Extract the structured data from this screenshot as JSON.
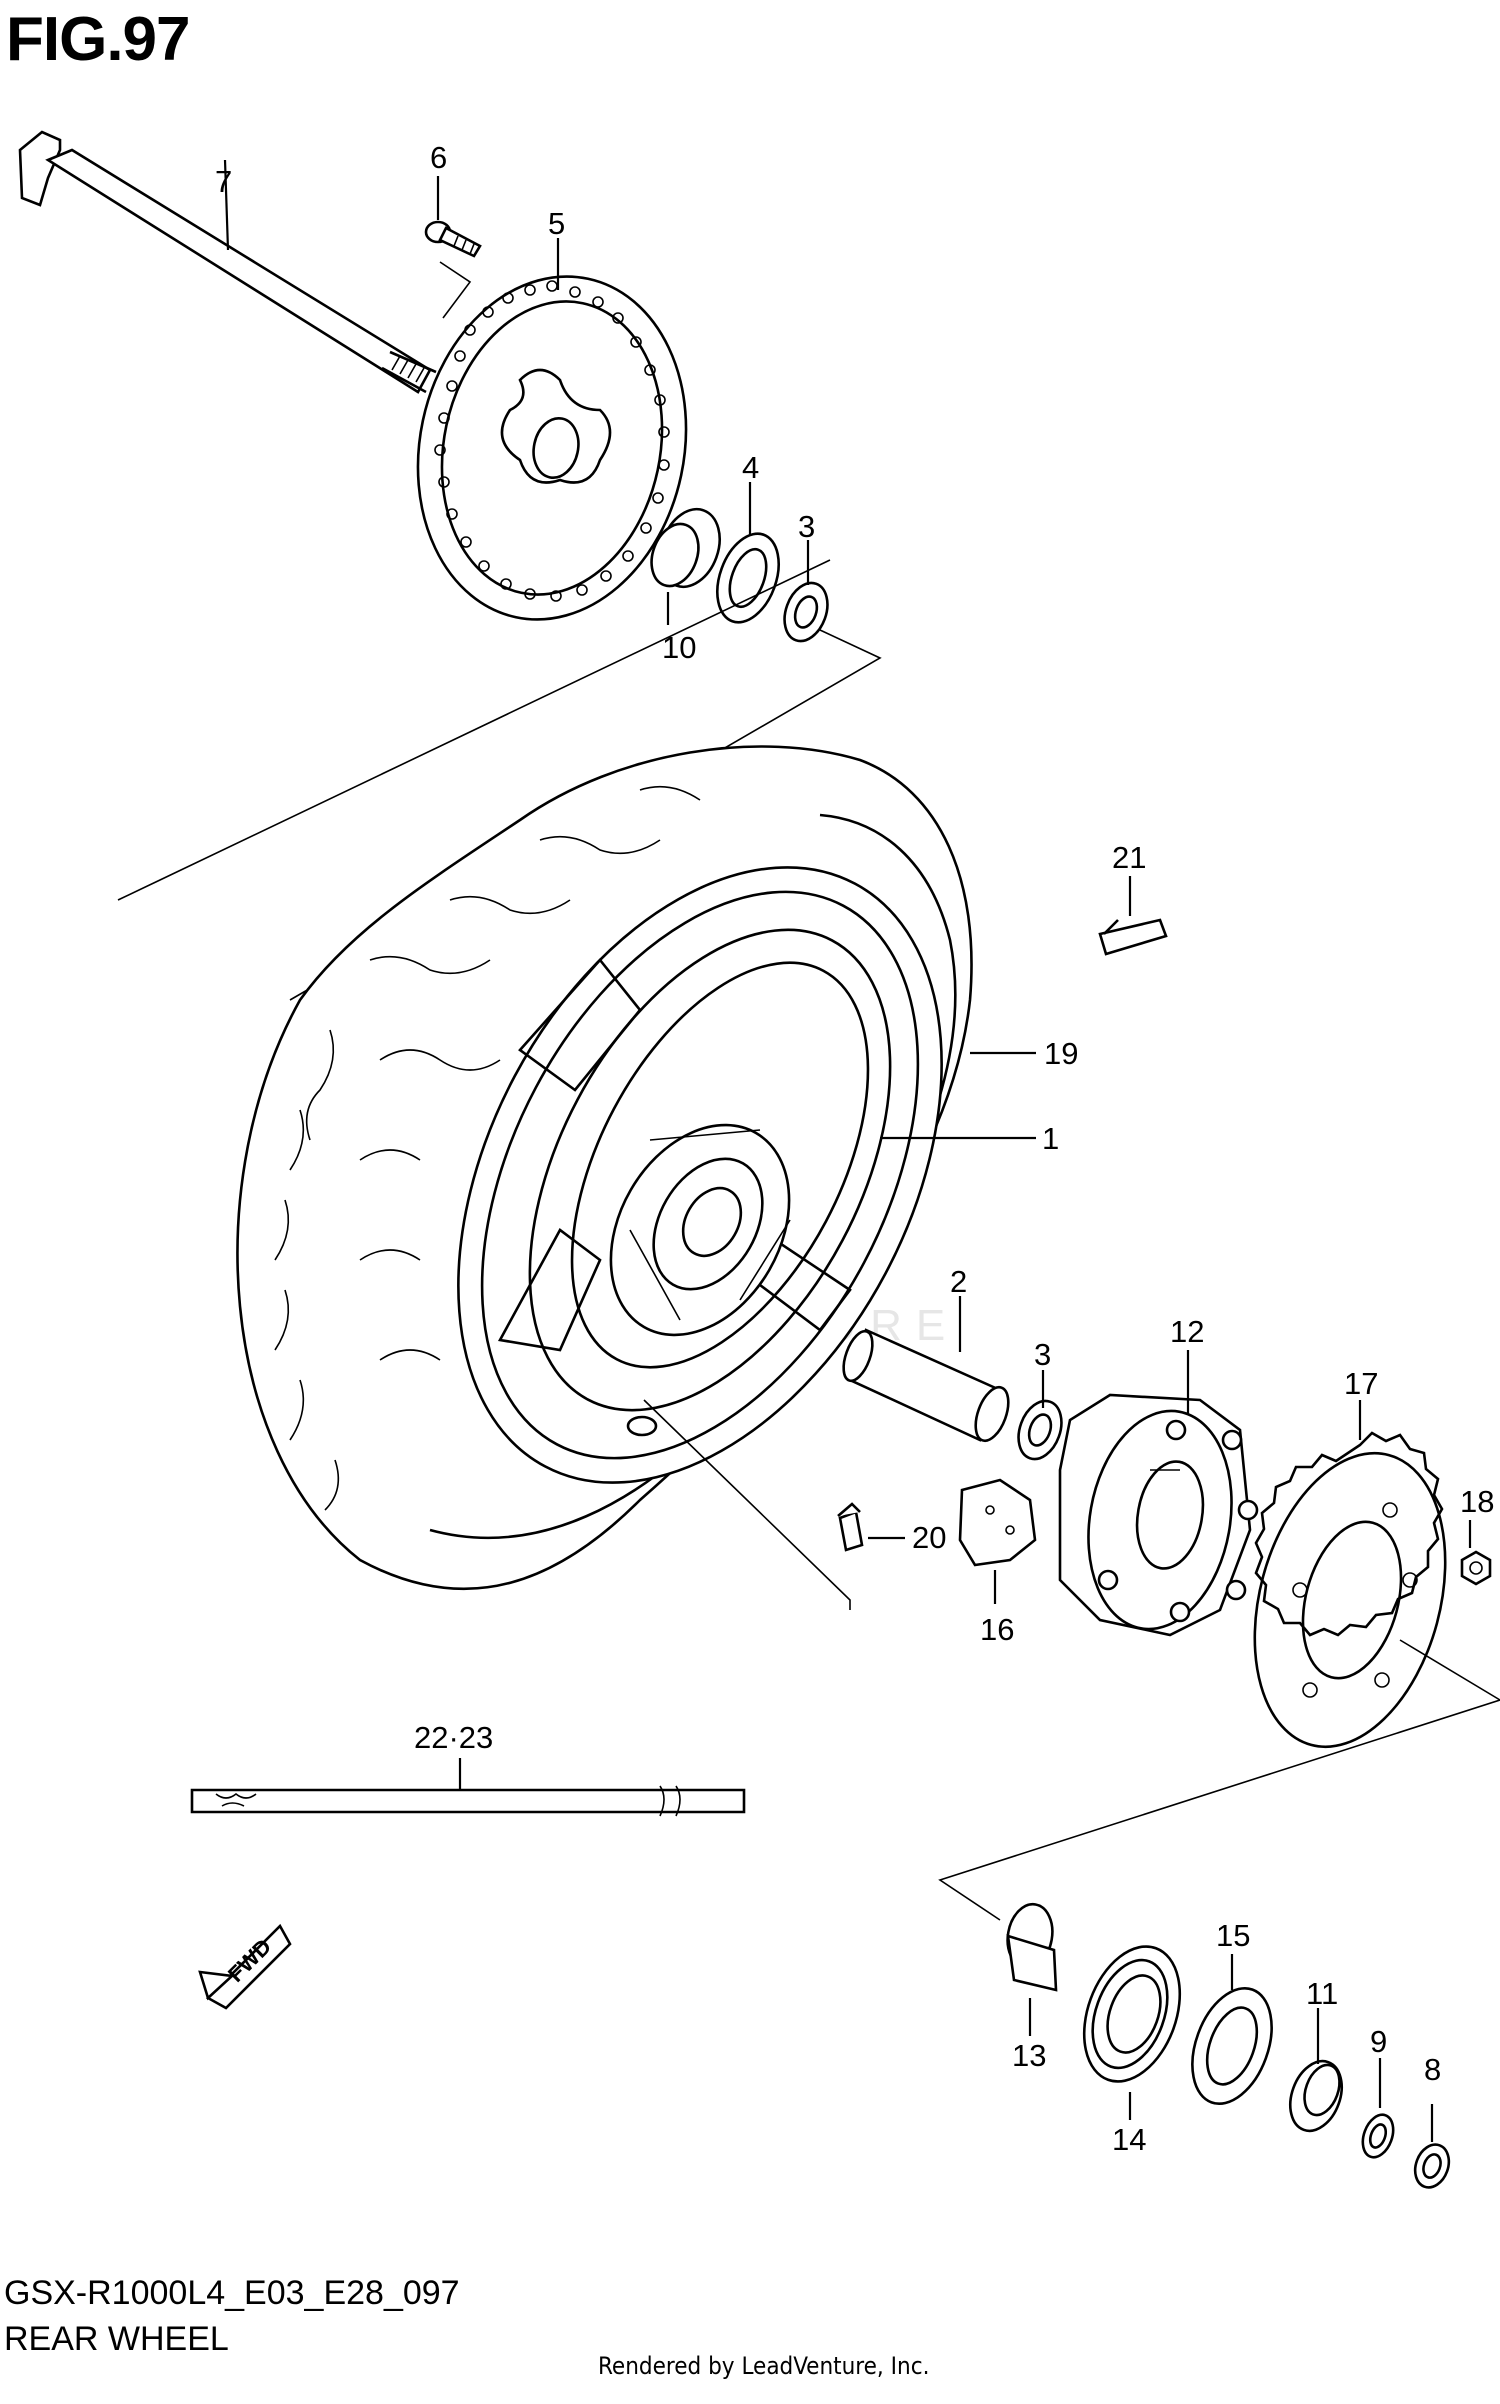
{
  "figure": {
    "title": "FIG.97",
    "model_code": "GSX-R1000L4_E03_E28_097",
    "section_name": "REAR WHEEL",
    "rendered_by": "Rendered by LeadVenture, Inc.",
    "watermark": "LEADVENTURE"
  },
  "callouts": {
    "c1": "1",
    "c2": "2",
    "c3a": "3",
    "c3b": "3",
    "c4": "4",
    "c5": "5",
    "c6": "6",
    "c7": "7",
    "c8": "8",
    "c9": "9",
    "c10": "10",
    "c11": "11",
    "c12": "12",
    "c13": "13",
    "c14": "14",
    "c15": "15",
    "c16": "16",
    "c17": "17",
    "c18": "18",
    "c19": "19",
    "c20": "20",
    "c21": "21",
    "c2223": "22·23"
  },
  "badge": {
    "fwd": "FWD"
  },
  "icons": [
    "fwd-arrow-icon"
  ]
}
